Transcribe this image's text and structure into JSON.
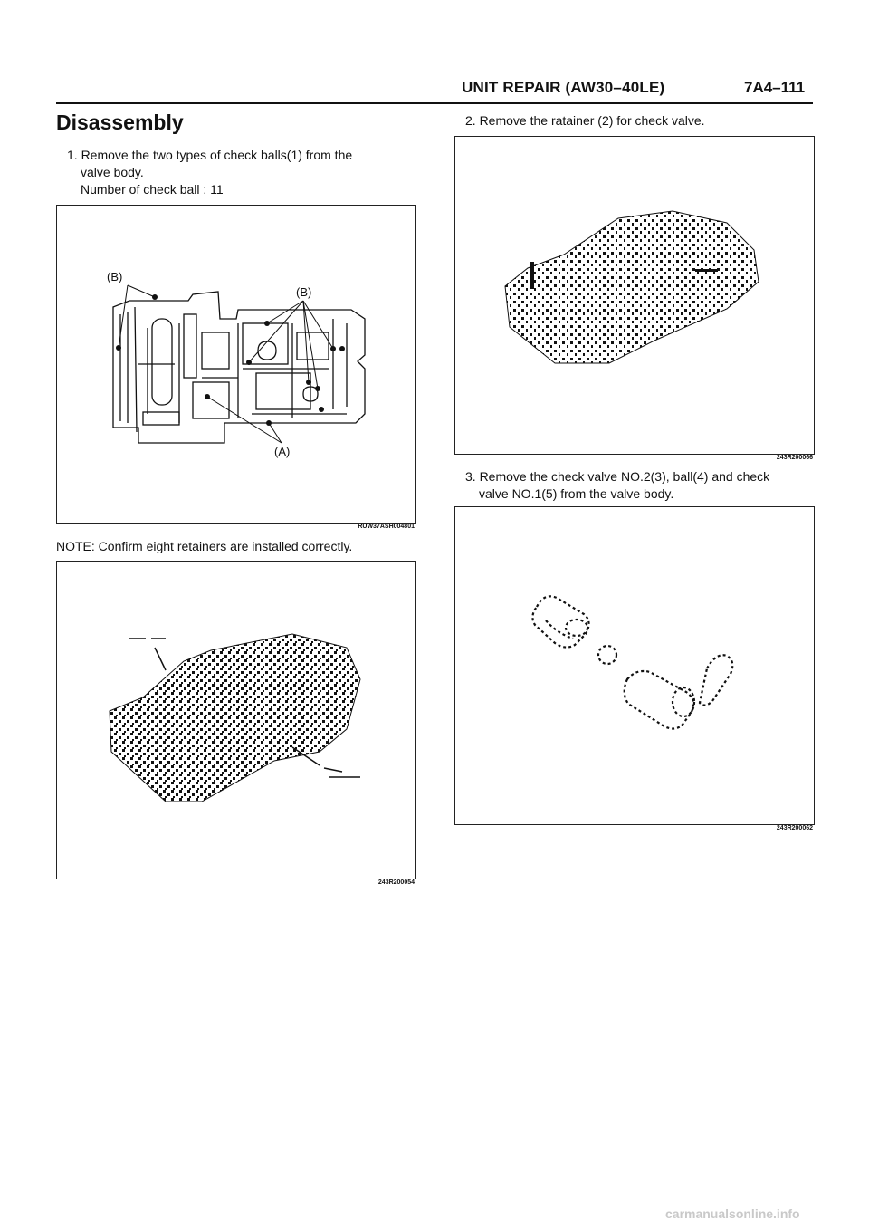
{
  "header": {
    "title": "UNIT REPAIR (AW30–40LE)",
    "page_code": "7A4–111"
  },
  "section_title": "Disassembly",
  "left_column": {
    "step1_line1": "1. Remove the two types of check balls(1) from the",
    "step1_line2": "valve body.",
    "step1_line3": "Number of check ball : 11",
    "fig1": {
      "callout_b_left": "(B)",
      "callout_b_right": "(B)",
      "callout_a": "(A)",
      "code": "RUW37ASH004801"
    },
    "note": "NOTE:  Confirm eight retainers are installed correctly.",
    "fig2": {
      "code": "243R200054"
    }
  },
  "right_column": {
    "step2": "2. Remove the ratainer (2) for check valve.",
    "fig3": {
      "code": "243R200066"
    },
    "step3_line1": "3. Remove the check valve NO.2(3), ball(4) and check",
    "step3_line2": "valve NO.1(5) from the valve body.",
    "fig4": {
      "code": "243R200062"
    }
  },
  "footer": {
    "watermark": "carmanualsonline.info"
  }
}
